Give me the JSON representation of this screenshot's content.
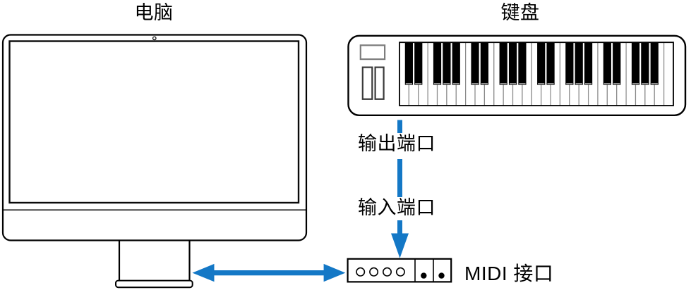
{
  "labels": {
    "computer": "电脑",
    "keyboard": "键盘",
    "output_port": "输出端口",
    "input_port": "输入端口",
    "midi_interface": "MIDI 接口"
  },
  "colors": {
    "accent_blue": "#1478c6",
    "outline_black": "#000000",
    "key_separator_gray": "#8a8a8a",
    "black_key_shadow": "#b9b9b9"
  },
  "keyboard_illustration": {
    "white_keys": 29,
    "black_keys": 20,
    "octaves": 4,
    "black_key_pattern": [
      0,
      1,
      3,
      4,
      5
    ],
    "controls": [
      "display",
      "pitch-wheel",
      "mod-wheel"
    ]
  },
  "midi_interface_illustration": {
    "round_ports": 4,
    "dot_ports": 2,
    "sections": 3
  },
  "connections": [
    {
      "from": "keyboard",
      "to": "midi-interface",
      "style": "dashed",
      "direction": "down"
    },
    {
      "from": "computer",
      "to": "midi-interface",
      "style": "solid",
      "direction": "both"
    }
  ]
}
